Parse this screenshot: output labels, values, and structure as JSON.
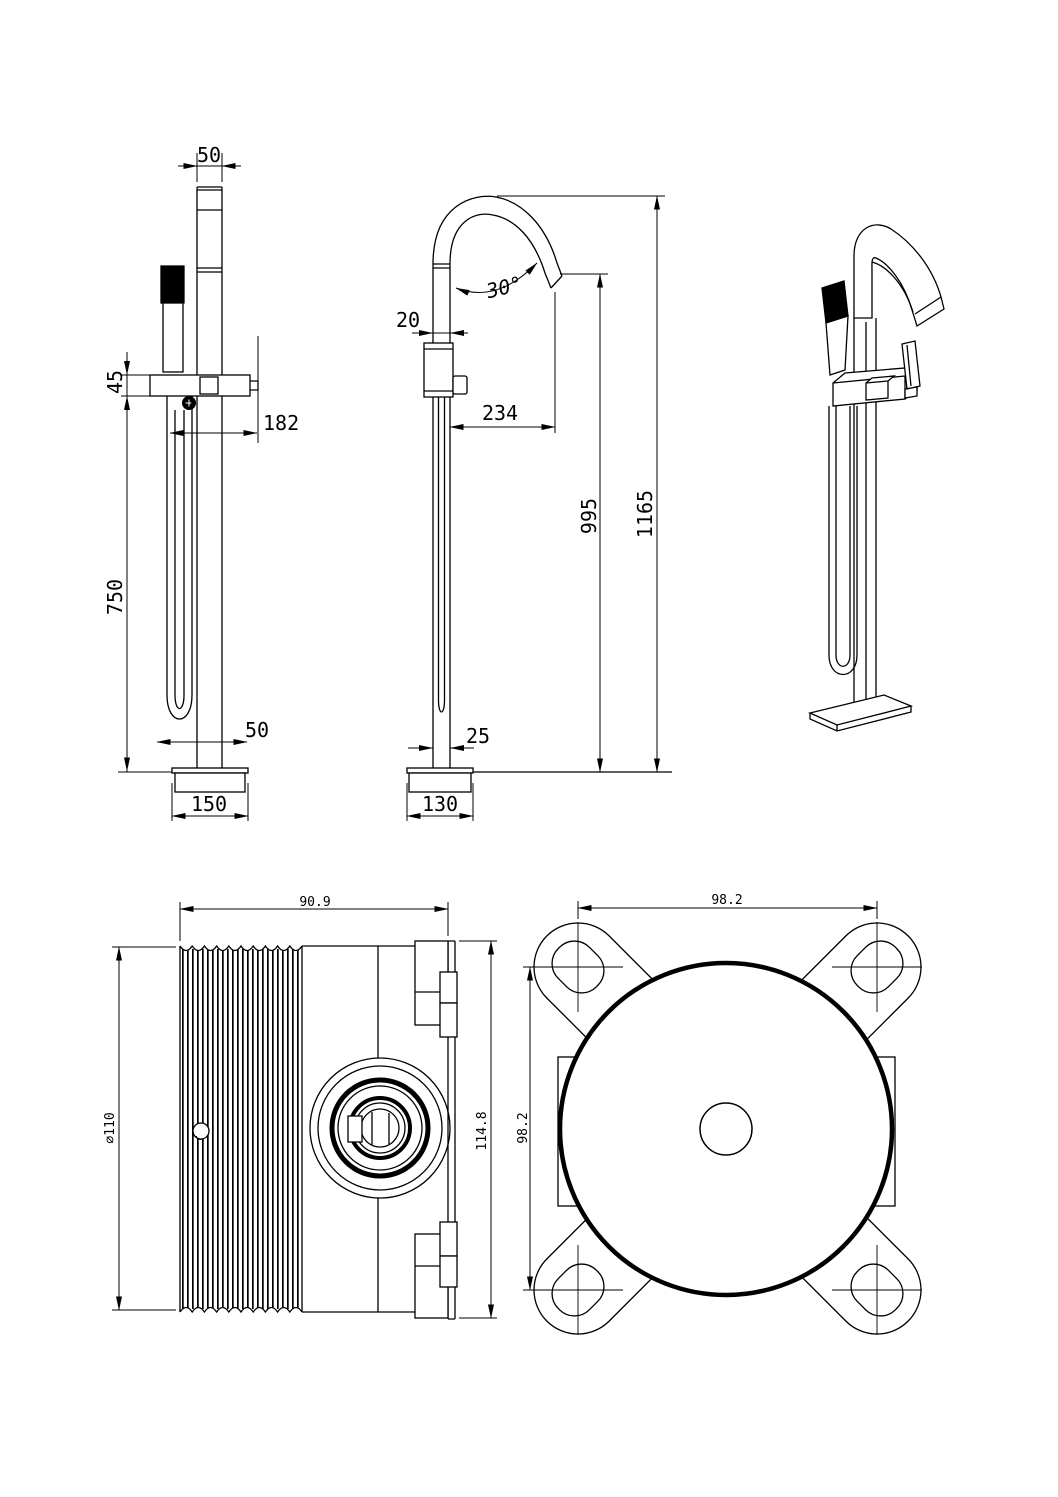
{
  "colors": {
    "ink": "#000000",
    "background": "#ffffff"
  },
  "views": {
    "side_view": {
      "dims": {
        "spout_width": "50",
        "bracket_height": "45",
        "handset_offset": "182",
        "column_height": "750",
        "hose_offset": "50",
        "base_diameter": "150"
      }
    },
    "front_view": {
      "dims": {
        "spout_tube": "20",
        "spout_angle": "30°",
        "spout_reach": "234",
        "spout_height": "995",
        "overall_height": "1165",
        "column_width": "25",
        "base_diameter": "130"
      }
    },
    "valve_side_view": {
      "dims": {
        "depth": "90.9",
        "body_diameter": "∅110",
        "overall_height": "114.8"
      }
    },
    "valve_front_view": {
      "dims": {
        "bolt_spacing_width": "98.2",
        "bolt_spacing_height": "98.2"
      }
    }
  }
}
